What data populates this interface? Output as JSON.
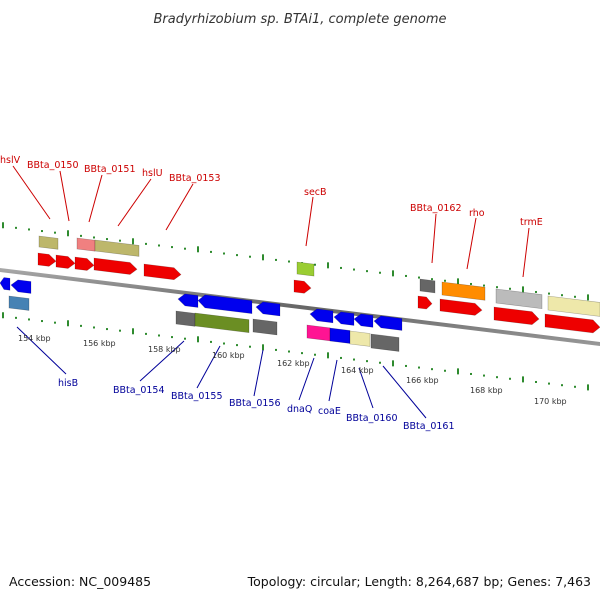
{
  "title": "Bradyrhizobium sp. BTAi1, complete genome",
  "footer": {
    "accession": "Accession: NC_009485",
    "summary": "Topology: circular; Length: 8,264,687 bp; Genes: 7,463"
  },
  "colors": {
    "forward_label": "#cc0000",
    "reverse_label": "#000099",
    "tick_top": "#2e8b2e",
    "tick_bottom": "#2e8b2e",
    "backbone": "#777777"
  },
  "ticks": [
    {
      "label": "154 kbp",
      "kbp": 154
    },
    {
      "label": "156 kbp",
      "kbp": 156
    },
    {
      "label": "158 kbp",
      "kbp": 158
    },
    {
      "label": "160 kbp",
      "kbp": 160
    },
    {
      "label": "162 kbp",
      "kbp": 162
    },
    {
      "label": "164 kbp",
      "kbp": 164
    },
    {
      "label": "166 kbp",
      "kbp": 166
    },
    {
      "label": "168 kbp",
      "kbp": 168
    },
    {
      "label": "170 kbp",
      "kbp": 170
    }
  ],
  "labels_top": [
    {
      "name": "hslV"
    },
    {
      "name": "BBta_0150"
    },
    {
      "name": "BBta_0151"
    },
    {
      "name": "hslU"
    },
    {
      "name": "BBta_0153"
    },
    {
      "name": "secB"
    },
    {
      "name": "BBta_0162"
    },
    {
      "name": "rho"
    },
    {
      "name": "trmE"
    }
  ],
  "labels_bottom": [
    {
      "name": "hisB"
    },
    {
      "name": "BBta_0154"
    },
    {
      "name": "BBta_0155"
    },
    {
      "name": "BBta_0156"
    },
    {
      "name": "dnaQ"
    },
    {
      "name": "coaE"
    },
    {
      "name": "BBta_0160"
    },
    {
      "name": "BBta_0161"
    }
  ],
  "genes_forward": [
    {
      "color": "#ee0000"
    },
    {
      "color": "#ee0000"
    },
    {
      "color": "#ee0000"
    },
    {
      "color": "#ee0000"
    },
    {
      "color": "#ee0000"
    },
    {
      "color": "#ee0000"
    },
    {
      "color": "#ee0000"
    },
    {
      "color": "#ee0000"
    },
    {
      "color": "#ee0000"
    },
    {
      "color": "#ee0000"
    }
  ],
  "features_top": [
    {
      "color": "#bdb76b"
    },
    {
      "color": "#f08080"
    },
    {
      "color": "#bdb76b"
    },
    {
      "color": "#9acd32"
    },
    {
      "color": "#666666"
    },
    {
      "color": "#ff8c00"
    },
    {
      "color": "#bbbbbb"
    },
    {
      "color": "#eee8aa"
    }
  ],
  "genes_reverse": [
    {
      "color": "#0000ee"
    },
    {
      "color": "#0000ee"
    },
    {
      "color": "#0000ee"
    },
    {
      "color": "#0000ee"
    },
    {
      "color": "#0000ee"
    },
    {
      "color": "#0000ee"
    },
    {
      "color": "#0000ee"
    },
    {
      "color": "#0000ee"
    },
    {
      "color": "#0000ee"
    },
    {
      "color": "#0000ee"
    }
  ],
  "features_bottom": [
    {
      "color": "#4682b4"
    },
    {
      "color": "#666666"
    },
    {
      "color": "#6b8e23"
    },
    {
      "color": "#666666"
    },
    {
      "color": "#ff1493"
    },
    {
      "color": "#0000ee"
    },
    {
      "color": "#eee8aa"
    },
    {
      "color": "#666666"
    }
  ]
}
